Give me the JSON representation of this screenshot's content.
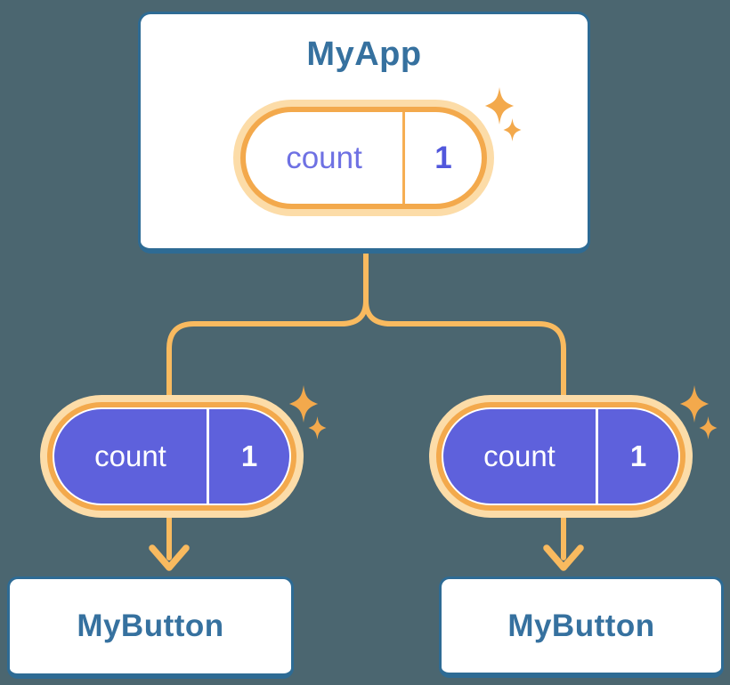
{
  "tree": {
    "root": {
      "title": "MyApp",
      "pill": {
        "label": "count",
        "value": "1"
      }
    },
    "children": [
      {
        "title": "MyButton",
        "pill": {
          "label": "count",
          "value": "1"
        }
      },
      {
        "title": "MyButton",
        "pill": {
          "label": "count",
          "value": "1"
        }
      }
    ]
  },
  "colors": {
    "background": "#4B6670",
    "card_background": "#FFFFFF",
    "card_border": "#2E6B94",
    "card_text": "#36719F",
    "connector": "#F9BA5F",
    "pill_ring": "#F3A94C",
    "pill_glow": "#FCDCA8",
    "prop_pill_fill": "#5E61DC",
    "prop_pill_text": "#FFFFFF",
    "state_label_text": "#6E71E3",
    "state_value_text": "#5157DC",
    "sparkle": "#F3A94C"
  }
}
